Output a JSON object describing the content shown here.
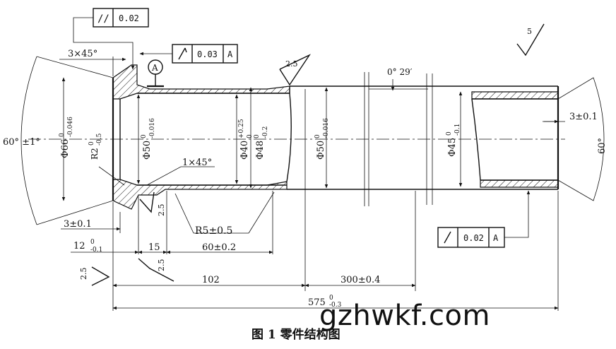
{
  "watermark": "gzhwkf.com",
  "caption": "图 1 零件结构图",
  "tolerances": {
    "parallelism_symbol": "//",
    "parallelism_value": "0.02",
    "runout_top_value": "0.03",
    "runout_top_datum": "A",
    "runout_bottom_value": "0.02",
    "runout_bottom_datum": "A",
    "datum_label": "A"
  },
  "roughness": {
    "top_right": "5",
    "shoulder": "2.5",
    "left_face": "2.5",
    "groove_face": "2.5",
    "small_face": "2.5"
  },
  "dims": {
    "chamfer_top": "3×45°",
    "chamfer_inner": "1×45°",
    "angle_left": "60° ±1°",
    "angle_right": "60°",
    "taper_angle": "0° 29′",
    "d66": "Φ66",
    "d66_tol_upper": "0",
    "d66_tol_lower": "-0.046",
    "r2": "R2",
    "r2_tol_upper": "0",
    "r2_tol_lower": "-0.5",
    "d50a": "Φ50",
    "d50a_tol_upper": "0",
    "d50a_tol_lower": "-0.016",
    "d40": "Φ40",
    "d40_tol_upper": "+0.25",
    "d40_tol_lower": "0",
    "d48": "Φ48",
    "d48_tol_upper": "0",
    "d48_tol_lower": "-0.2",
    "d50b": "Φ50",
    "d50b_tol_upper": "0",
    "d50b_tol_lower": "-0.016",
    "d45": "Φ45",
    "d45_tol_upper": "0",
    "d45_tol_lower": "-0.1",
    "r5": "R5±0.5",
    "len_3_left": "3±0.1",
    "len_3_right": "3±0.1",
    "len_12": "12",
    "len_12_tol_upper": "0",
    "len_12_tol_lower": "-0.1",
    "len_15": "15",
    "len_60": "60±0.2",
    "len_102": "102",
    "len_300": "300±0.4",
    "len_575": "575",
    "len_575_tol_upper": "0",
    "len_575_tol_lower": "-0.3"
  }
}
